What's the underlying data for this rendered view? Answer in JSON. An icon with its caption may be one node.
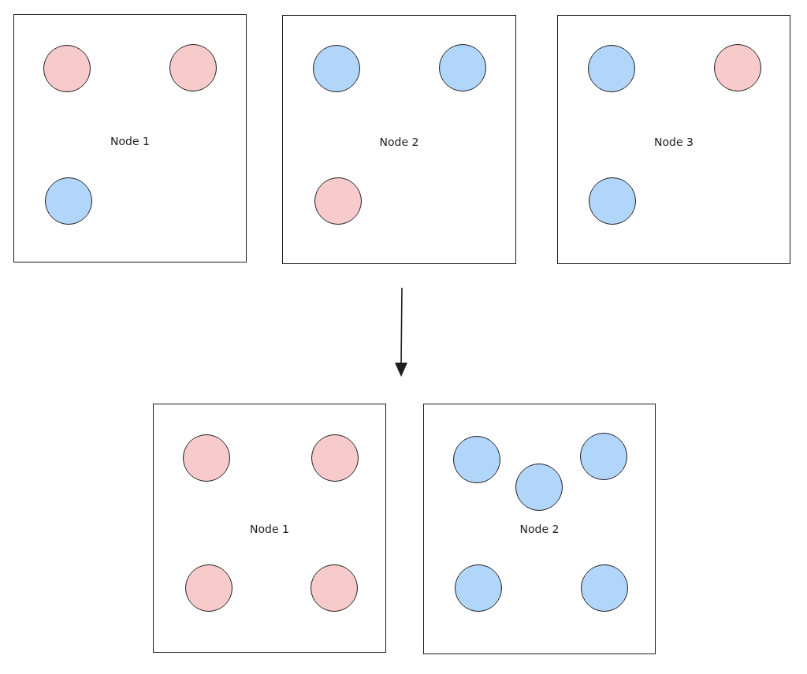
{
  "diagram": {
    "nodes": [
      {
        "text": [
          "Node 1"
        ]
      },
      {
        "text": [],
        "shape": "circle",
        "in": 0
      },
      {
        "text": [],
        "shape": "circle",
        "in": 0
      },
      {
        "text": [],
        "shape": "circle",
        "in": 0
      },
      {
        "text": [
          "Node 2"
        ]
      },
      {
        "text": [],
        "shape": "circle",
        "in": 4
      },
      {
        "text": [],
        "shape": "circle",
        "in": 4
      },
      {
        "text": [],
        "shape": "circle",
        "in": 4
      },
      {
        "text": [
          "Node 3"
        ]
      },
      {
        "text": [],
        "shape": "circle",
        "in": 8
      },
      {
        "text": [],
        "shape": "circle",
        "in": 8
      },
      {
        "text": [],
        "shape": "circle",
        "in": 8
      },
      {
        "text": [
          "Node 1"
        ]
      },
      {
        "text": [],
        "shape": "circle",
        "in": 12
      },
      {
        "text": [],
        "shape": "circle",
        "in": 12
      },
      {
        "text": [],
        "shape": "circle",
        "in": 12
      },
      {
        "text": [],
        "shape": "circle",
        "in": 12
      },
      {
        "text": [
          "Node 2"
        ]
      },
      {
        "text": [],
        "shape": "circle",
        "in": 17
      },
      {
        "text": [],
        "shape": "circle",
        "in": 17
      },
      {
        "text": [],
        "shape": "circle",
        "in": 17
      },
      {
        "text": [],
        "shape": "circle",
        "in": 17
      },
      {
        "text": [],
        "shape": "circle",
        "in": 17
      }
    ]
  }
}
